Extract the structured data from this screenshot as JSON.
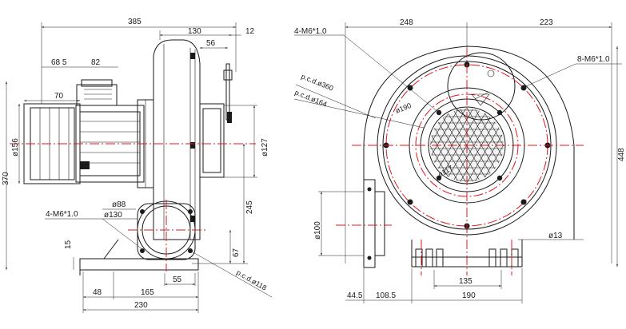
{
  "drawing": {
    "side_view": {
      "dims": {
        "overall_length": "385",
        "d130": "130",
        "d12": "12",
        "d56": "56",
        "d68_5": "68 5",
        "d82": "82",
        "d70": "70",
        "dia156": "ø156",
        "dia127": "ø127",
        "h370": "370",
        "h245": "245",
        "h67": "67",
        "h15": "15",
        "dia88": "ø88",
        "dia130": "ø130",
        "bolt": "4-M6*1.0",
        "w55": "55",
        "w48": "48",
        "w165": "165",
        "w230": "230",
        "pcd118": "p.c.d.ø118"
      }
    },
    "front_view": {
      "dims": {
        "w248": "248",
        "w223": "223",
        "bolt_left": "4-M6*1.0",
        "bolt_right": "8-M6*1.0",
        "pcd360": "p.c.d.ø360",
        "pcd164": "p.c.d.ø164",
        "dia190": "ø190",
        "dia117": "ø117",
        "dia100": "ø100",
        "dia13": "ø13",
        "h448": "448",
        "w135": "135",
        "w44_5": "44.5",
        "w108_5": "108.5",
        "w190": "190"
      }
    }
  }
}
